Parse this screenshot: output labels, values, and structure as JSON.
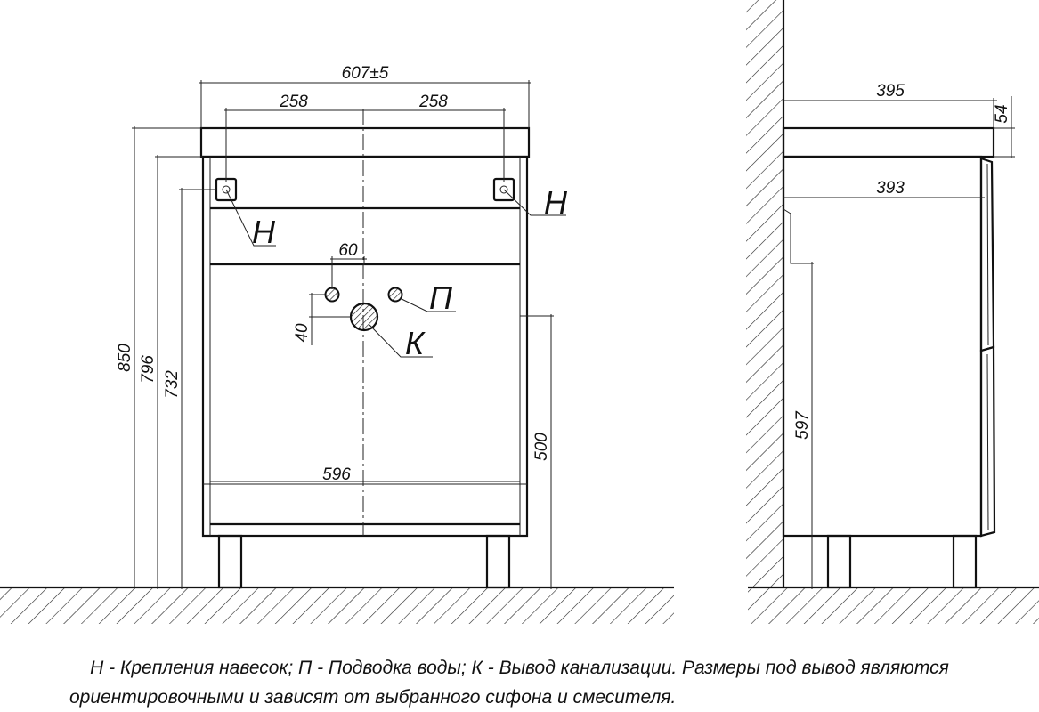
{
  "front_view": {
    "dimensions": {
      "total_width": "607±5",
      "left_half": "258",
      "right_half": "258",
      "inlet_spacing": "60",
      "drain_offset": "40",
      "inner_width": "596",
      "height_total": "850",
      "height_body": "796",
      "height_inner": "732",
      "drain_height": "500"
    },
    "labels": {
      "mount_left": "Н",
      "mount_right": "Н",
      "water_inlet": "П",
      "drain": "К"
    }
  },
  "side_view": {
    "dimensions": {
      "top_depth": "395",
      "top_thickness": "54",
      "body_depth": "393",
      "side_height": "597"
    }
  },
  "caption": {
    "line1": "Н - Крепления навесок; П - Подводка воды; К - Вывод канализации. Размеры под вывод являются",
    "line2": "ориентировочными и зависят от выбранного сифона и смесителя."
  },
  "colors": {
    "line": "#111111",
    "hatch": "#222222",
    "background": "#ffffff"
  }
}
